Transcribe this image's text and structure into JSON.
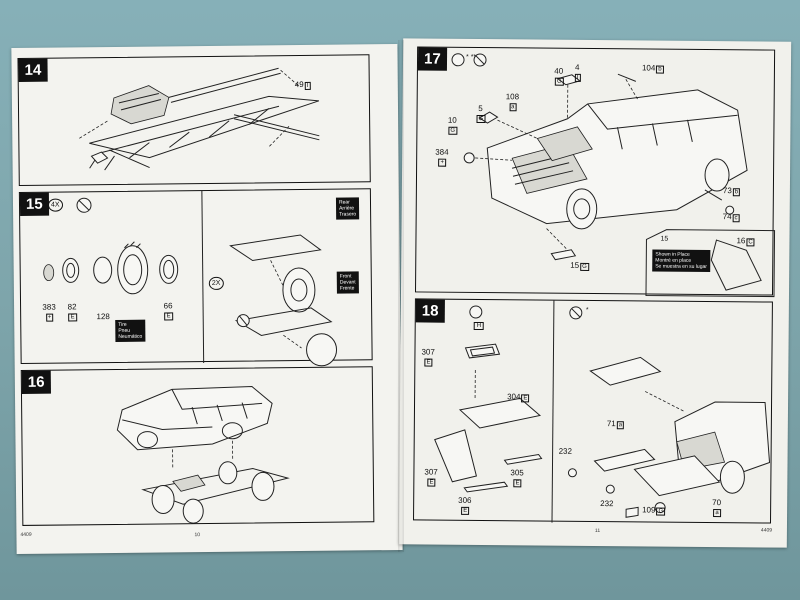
{
  "left_page": {
    "step14": {
      "number": "14",
      "part": "49",
      "part_box": "I"
    },
    "step15": {
      "number": "15",
      "qty": "4X",
      "star": "*",
      "parts": [
        {
          "no": "383",
          "box": "+"
        },
        {
          "no": "82",
          "box": "E"
        },
        {
          "no": "128",
          "box": ""
        },
        {
          "no": "66",
          "box": "E"
        }
      ],
      "tire_note": [
        "Tire",
        "Pneu",
        "Neumático"
      ],
      "rear_note": [
        "Rear",
        "Arrière",
        "Trasero"
      ],
      "front_note": [
        "Front",
        "Devant",
        "Frente"
      ],
      "qty2": "2X"
    },
    "step16": {
      "number": "16"
    },
    "footer_left": "4409",
    "footer_page": "10"
  },
  "right_page": {
    "step17": {
      "number": "17",
      "stars": "* **",
      "parts": [
        {
          "no": "40",
          "box": "G"
        },
        {
          "no": "4",
          "box": "I"
        },
        {
          "no": "104",
          "box": "b"
        },
        {
          "no": "108",
          "box": "a"
        },
        {
          "no": "5",
          "box": "G"
        },
        {
          "no": "10",
          "box": "G"
        },
        {
          "no": "384",
          "box": "+"
        },
        {
          "no": "73",
          "box": "b"
        },
        {
          "no": "74",
          "box": "c"
        },
        {
          "no": "15",
          "box": "G"
        },
        {
          "no": "16",
          "box": "C"
        }
      ],
      "inset_number": "15",
      "inset_note": [
        "Shown in Place",
        "Montré en place",
        "Se muestra en su lugar"
      ]
    },
    "step18": {
      "number": "18",
      "parts": [
        {
          "no": "307",
          "box": "E"
        },
        {
          "no": "304",
          "box": "E"
        },
        {
          "no": "307",
          "box": "E"
        },
        {
          "no": "306",
          "box": "E"
        },
        {
          "no": "305",
          "box": "E"
        },
        {
          "no": "71",
          "box": "a"
        },
        {
          "no": "232",
          "box": ""
        },
        {
          "no": "232",
          "box": ""
        },
        {
          "no": "109",
          "box": "G"
        },
        {
          "no": "70",
          "box": "a"
        }
      ],
      "icon_label": "H",
      "star": "*"
    },
    "footer_page": "11",
    "footer_right": "4409"
  }
}
